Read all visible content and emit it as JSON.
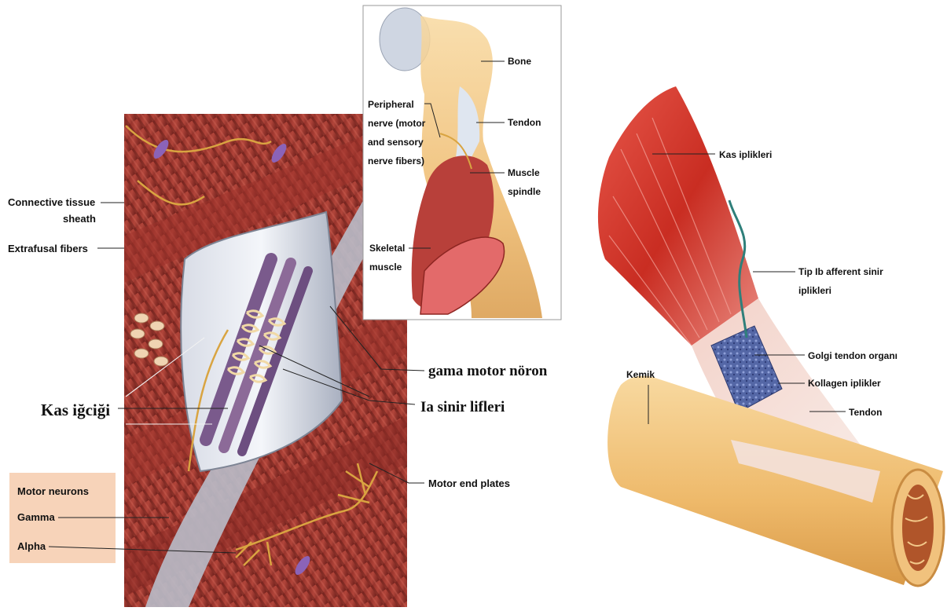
{
  "left_panel": {
    "labels": {
      "connective_tissue_line1": "Connective tissue",
      "connective_tissue_line2": "sheath",
      "extrafusal": "Extrafusal fibers",
      "kas_igcigi": "Kas iğciği",
      "gama_motor": "gama motor nöron",
      "ia_sinir": "Ia sinir lifleri",
      "motor_end_plates": "Motor end plates"
    },
    "legend": {
      "title": "Motor neurons",
      "gamma": "Gamma",
      "alpha": "Alpha"
    }
  },
  "inset": {
    "bone": "Bone",
    "tendon": "Tendon",
    "peripheral_line1": "Peripheral",
    "peripheral_line2": "nerve (motor",
    "peripheral_line3": "and sensory",
    "peripheral_line4": "nerve fibers)",
    "muscle_spindle_line1": "Muscle",
    "muscle_spindle_line2": "spindle",
    "skeletal_line1": "Skeletal",
    "skeletal_line2": "muscle"
  },
  "right_panel": {
    "kas_iplikleri": "Kas iplikleri",
    "tip_ib_line1": "Tip Ib afferent sinir",
    "tip_ib_line2": "iplikleri",
    "golgi": "Golgi tendon organı",
    "kollagen": "Kollagen iplikler",
    "tendon": "Tendon",
    "kemik": "Kemik"
  },
  "colors": {
    "muscle": "#a8392f",
    "muscle_dark": "#6b1f1b",
    "muscle_bright": "#d63a2c",
    "bone": "#f1c27d",
    "tendon": "#efd9d0",
    "nerve": "#d9a441",
    "legend_bg": "#f7d3b9",
    "golgi": "#5a6aa8"
  }
}
